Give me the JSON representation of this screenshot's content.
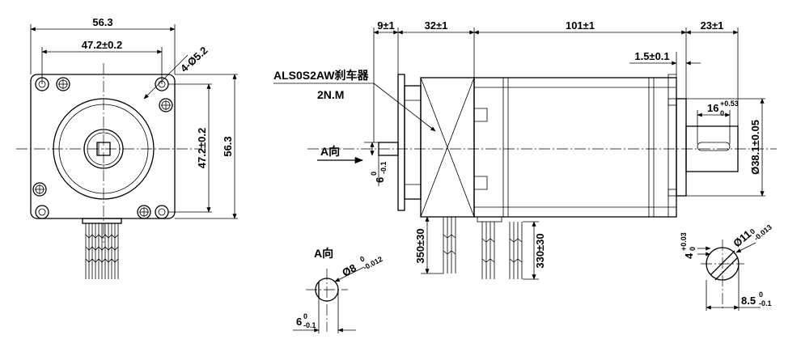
{
  "front_view": {
    "width_total": "56.3",
    "hole_pitch_h": "47.2±0.2",
    "hole_spec": "4-Ø5.2",
    "hole_pitch_v": "47.2±0.2",
    "height_total": "56.3"
  },
  "side_view": {
    "dim_flange": "9±1",
    "dim_brake": "32±1",
    "dim_body": "101±1",
    "dim_shaft": "23±1",
    "dim_boss": "1.5±0.1",
    "dim_shaft_len_base": "16",
    "dim_shaft_len_sup": "+0.53",
    "dim_shaft_len_sub": "0",
    "dim_boss_dia": "Ø38.1±0.05",
    "brake_model": "ALS0S2AW刹车器",
    "brake_torque": "2N.M",
    "view_arrow_label": "A向",
    "rear_shaft_base": "6",
    "rear_shaft_sup": "0",
    "rear_shaft_sub": "-0.1",
    "lead1_length": "350±30",
    "lead2_length": "330±30"
  },
  "view_a": {
    "title": "A向",
    "dia_base": "Ø8",
    "dia_sup": "0",
    "dia_sub": "-0.012",
    "flat_base": "6",
    "flat_sup": "0",
    "flat_sub": "-0.1"
  },
  "shaft_section": {
    "key_base": "4",
    "key_sup": "+0.03",
    "key_sub": "0",
    "dia_base": "Ø11",
    "dia_sup": "0",
    "dia_sub": "-0.013",
    "flat_base": "8.5",
    "flat_sup": "0",
    "flat_sub": "-0.1"
  }
}
